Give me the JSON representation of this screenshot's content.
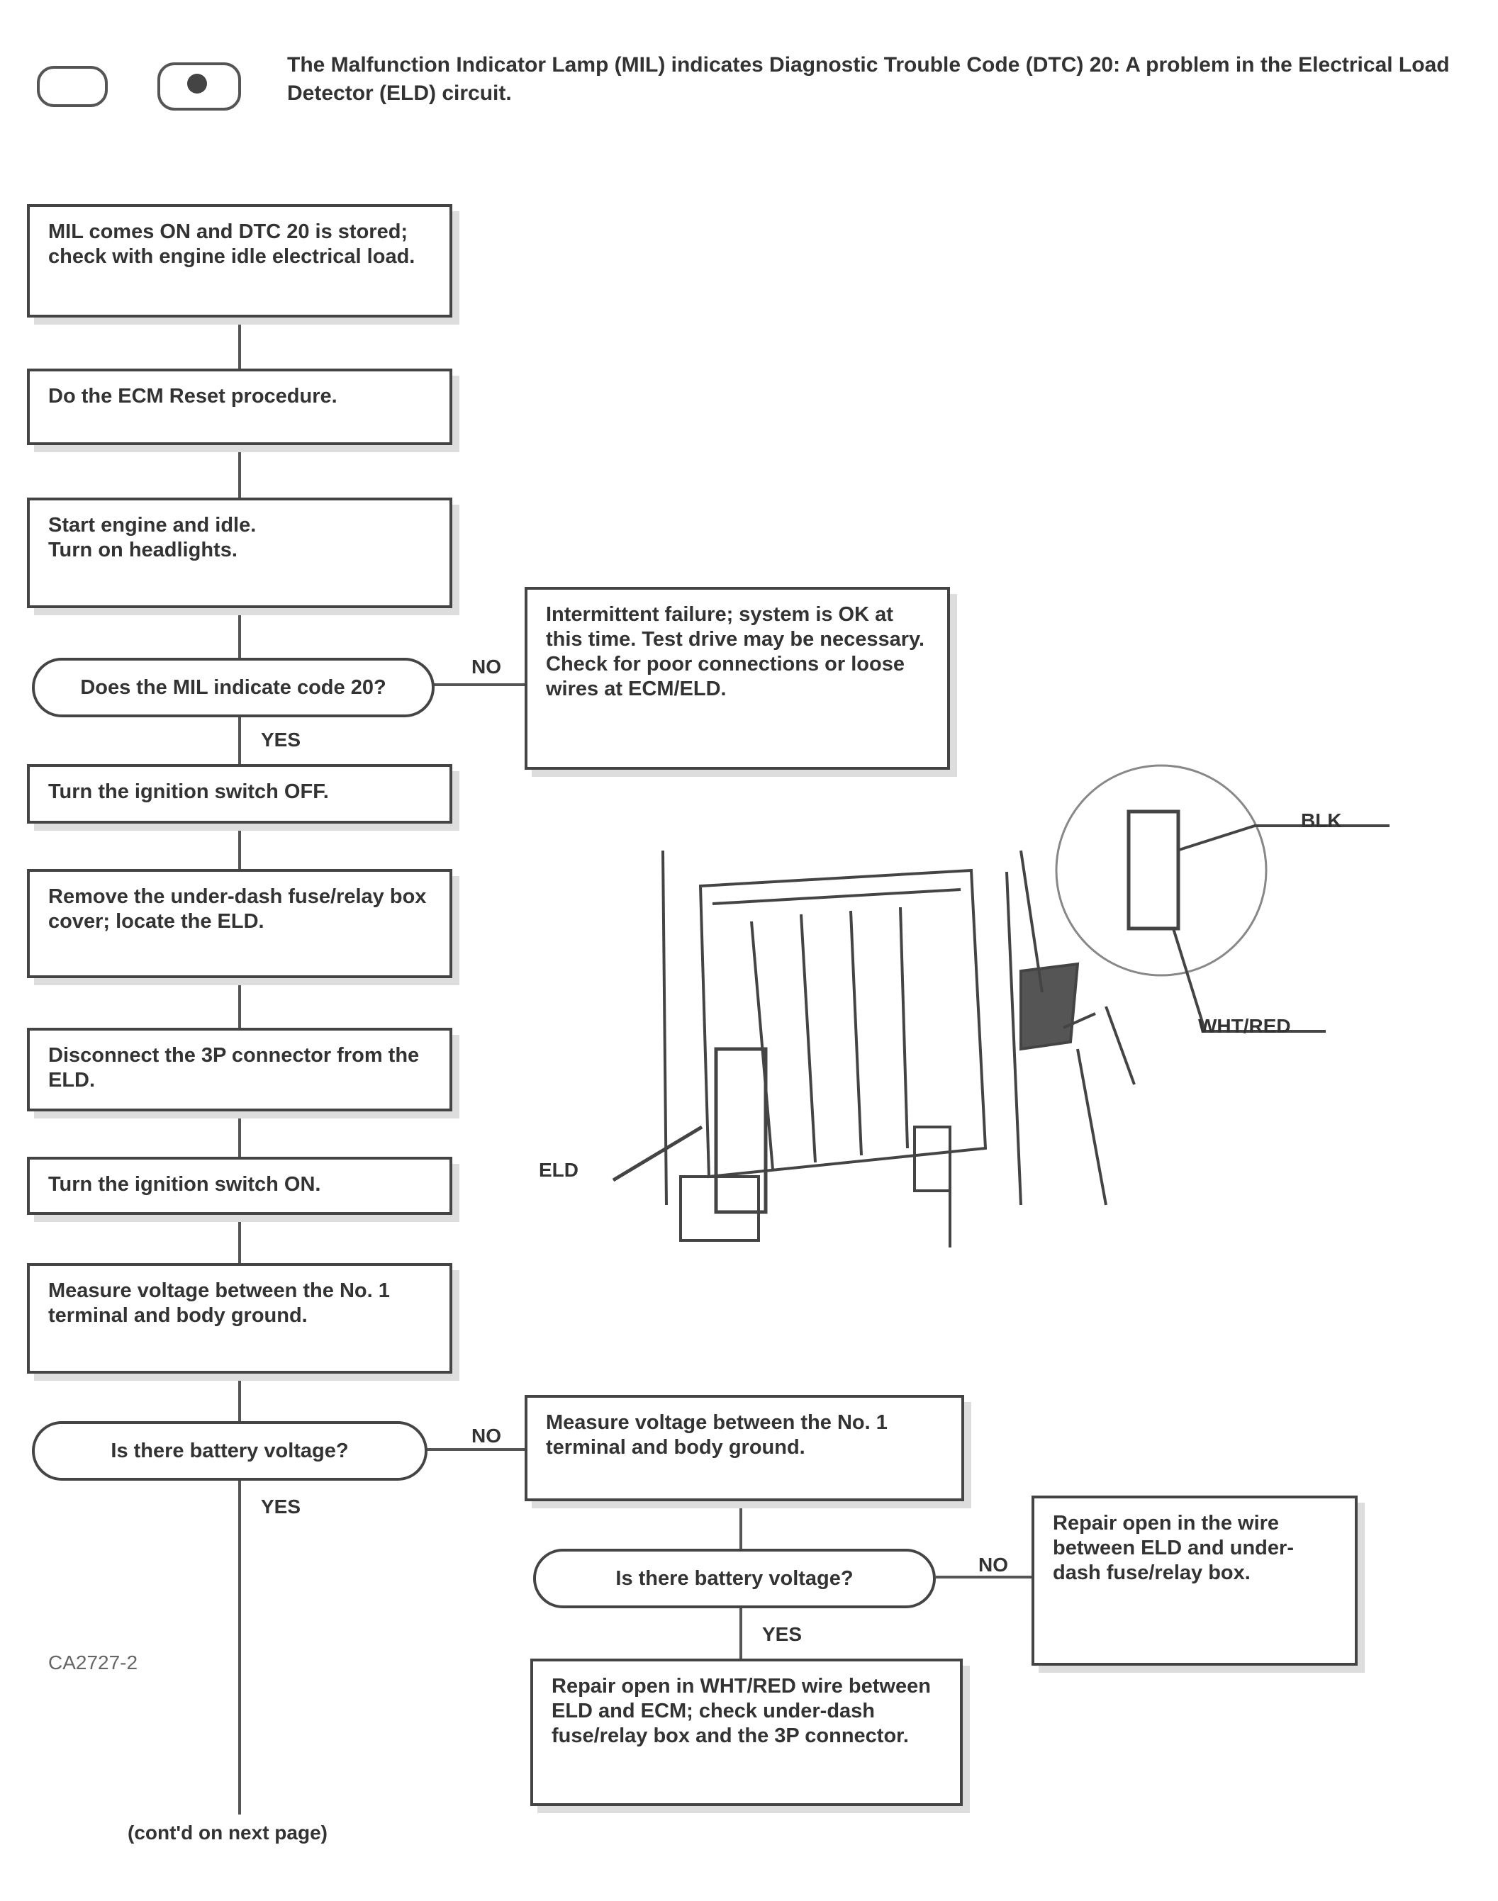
{
  "header": {
    "text": "The Malfunction Indicator Lamp (MIL) indicates Diagnostic Trouble Code (DTC) 20: A problem in the Electrical Load Detector (ELD) circuit."
  },
  "flow": {
    "start_box": [
      "MIL comes ON and DTC 20 is stored; check with engine idle electrical load."
    ],
    "step_drl": [
      "Do the ECM Reset procedure."
    ],
    "step_start": [
      "Start engine and idle.",
      "Turn on headlights."
    ],
    "q_mil": "Does the MIL indicate code 20?",
    "q_mil_no": "NO",
    "q_mil_yes": "YES",
    "no_result_1": [
      "Intermittent failure; system is OK at this time. Test drive may be necessary.",
      "Check for poor connections or loose wires at ECM/ELD."
    ],
    "step_ign_off": [
      "Turn the ignition switch OFF."
    ],
    "step_remove": [
      "Remove the under-dash fuse/relay box cover; locate the ELD."
    ],
    "step_disconnect": [
      "Disconnect the 3P connector from the ELD."
    ],
    "step_ign_on": [
      "Turn the ignition switch ON."
    ],
    "step_measure": [
      "Measure voltage between the No. 1 terminal and body ground."
    ],
    "q_voltage": "Is there battery voltage?",
    "q_voltage_no": "NO",
    "q_voltage_yes": "YES",
    "measure_2": [
      "Measure voltage between the No. 1 terminal and body ground."
    ],
    "q_voltage_2": "Is there battery voltage?",
    "q_voltage_2_no": "NO",
    "q_voltage_2_yes": "YES",
    "repair_1": [
      "Repair open in the wire between ELD and under-dash fuse/relay box."
    ],
    "repair_2": [
      "Repair open in WHT/RED wire between ELD and ECM; check under-dash fuse/relay box and the 3P connector."
    ],
    "figure_code": "CA2727-2",
    "continued": "(cont'd on next page)"
  },
  "figure": {
    "label_eld": "ELD",
    "label_top": "BLK",
    "label_bottom": "WHT/RED"
  }
}
